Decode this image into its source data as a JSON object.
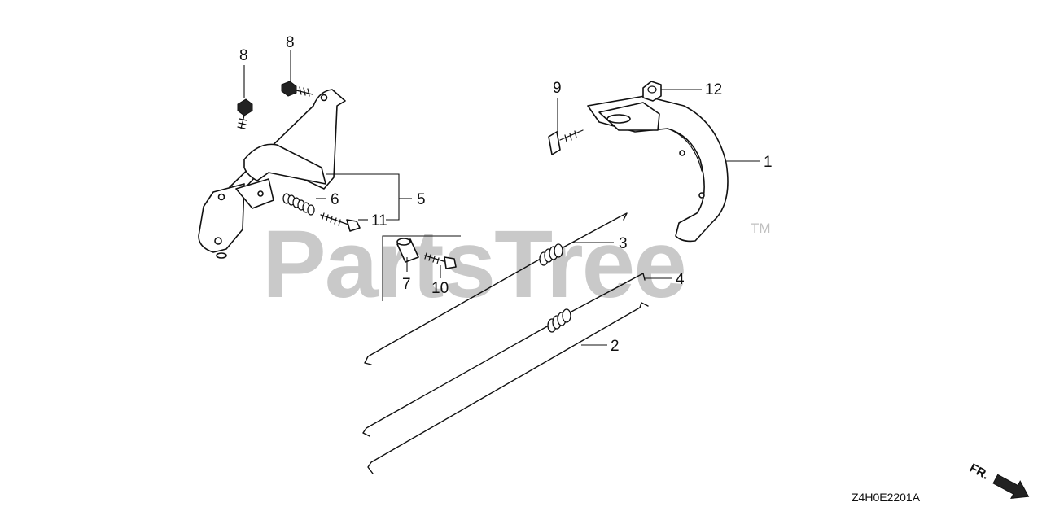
{
  "watermark": {
    "brand": "PartsTree",
    "trademark": "TM"
  },
  "diagram_code": "Z4H0E2201A",
  "front_marker": "FR.",
  "callouts": {
    "c1": "1",
    "c2": "2",
    "c3": "3",
    "c4": "4",
    "c5": "5",
    "c6": "6",
    "c7": "7",
    "c8a": "8",
    "c8b": "8",
    "c9": "9",
    "c10": "10",
    "c11": "11",
    "c12": "12"
  }
}
